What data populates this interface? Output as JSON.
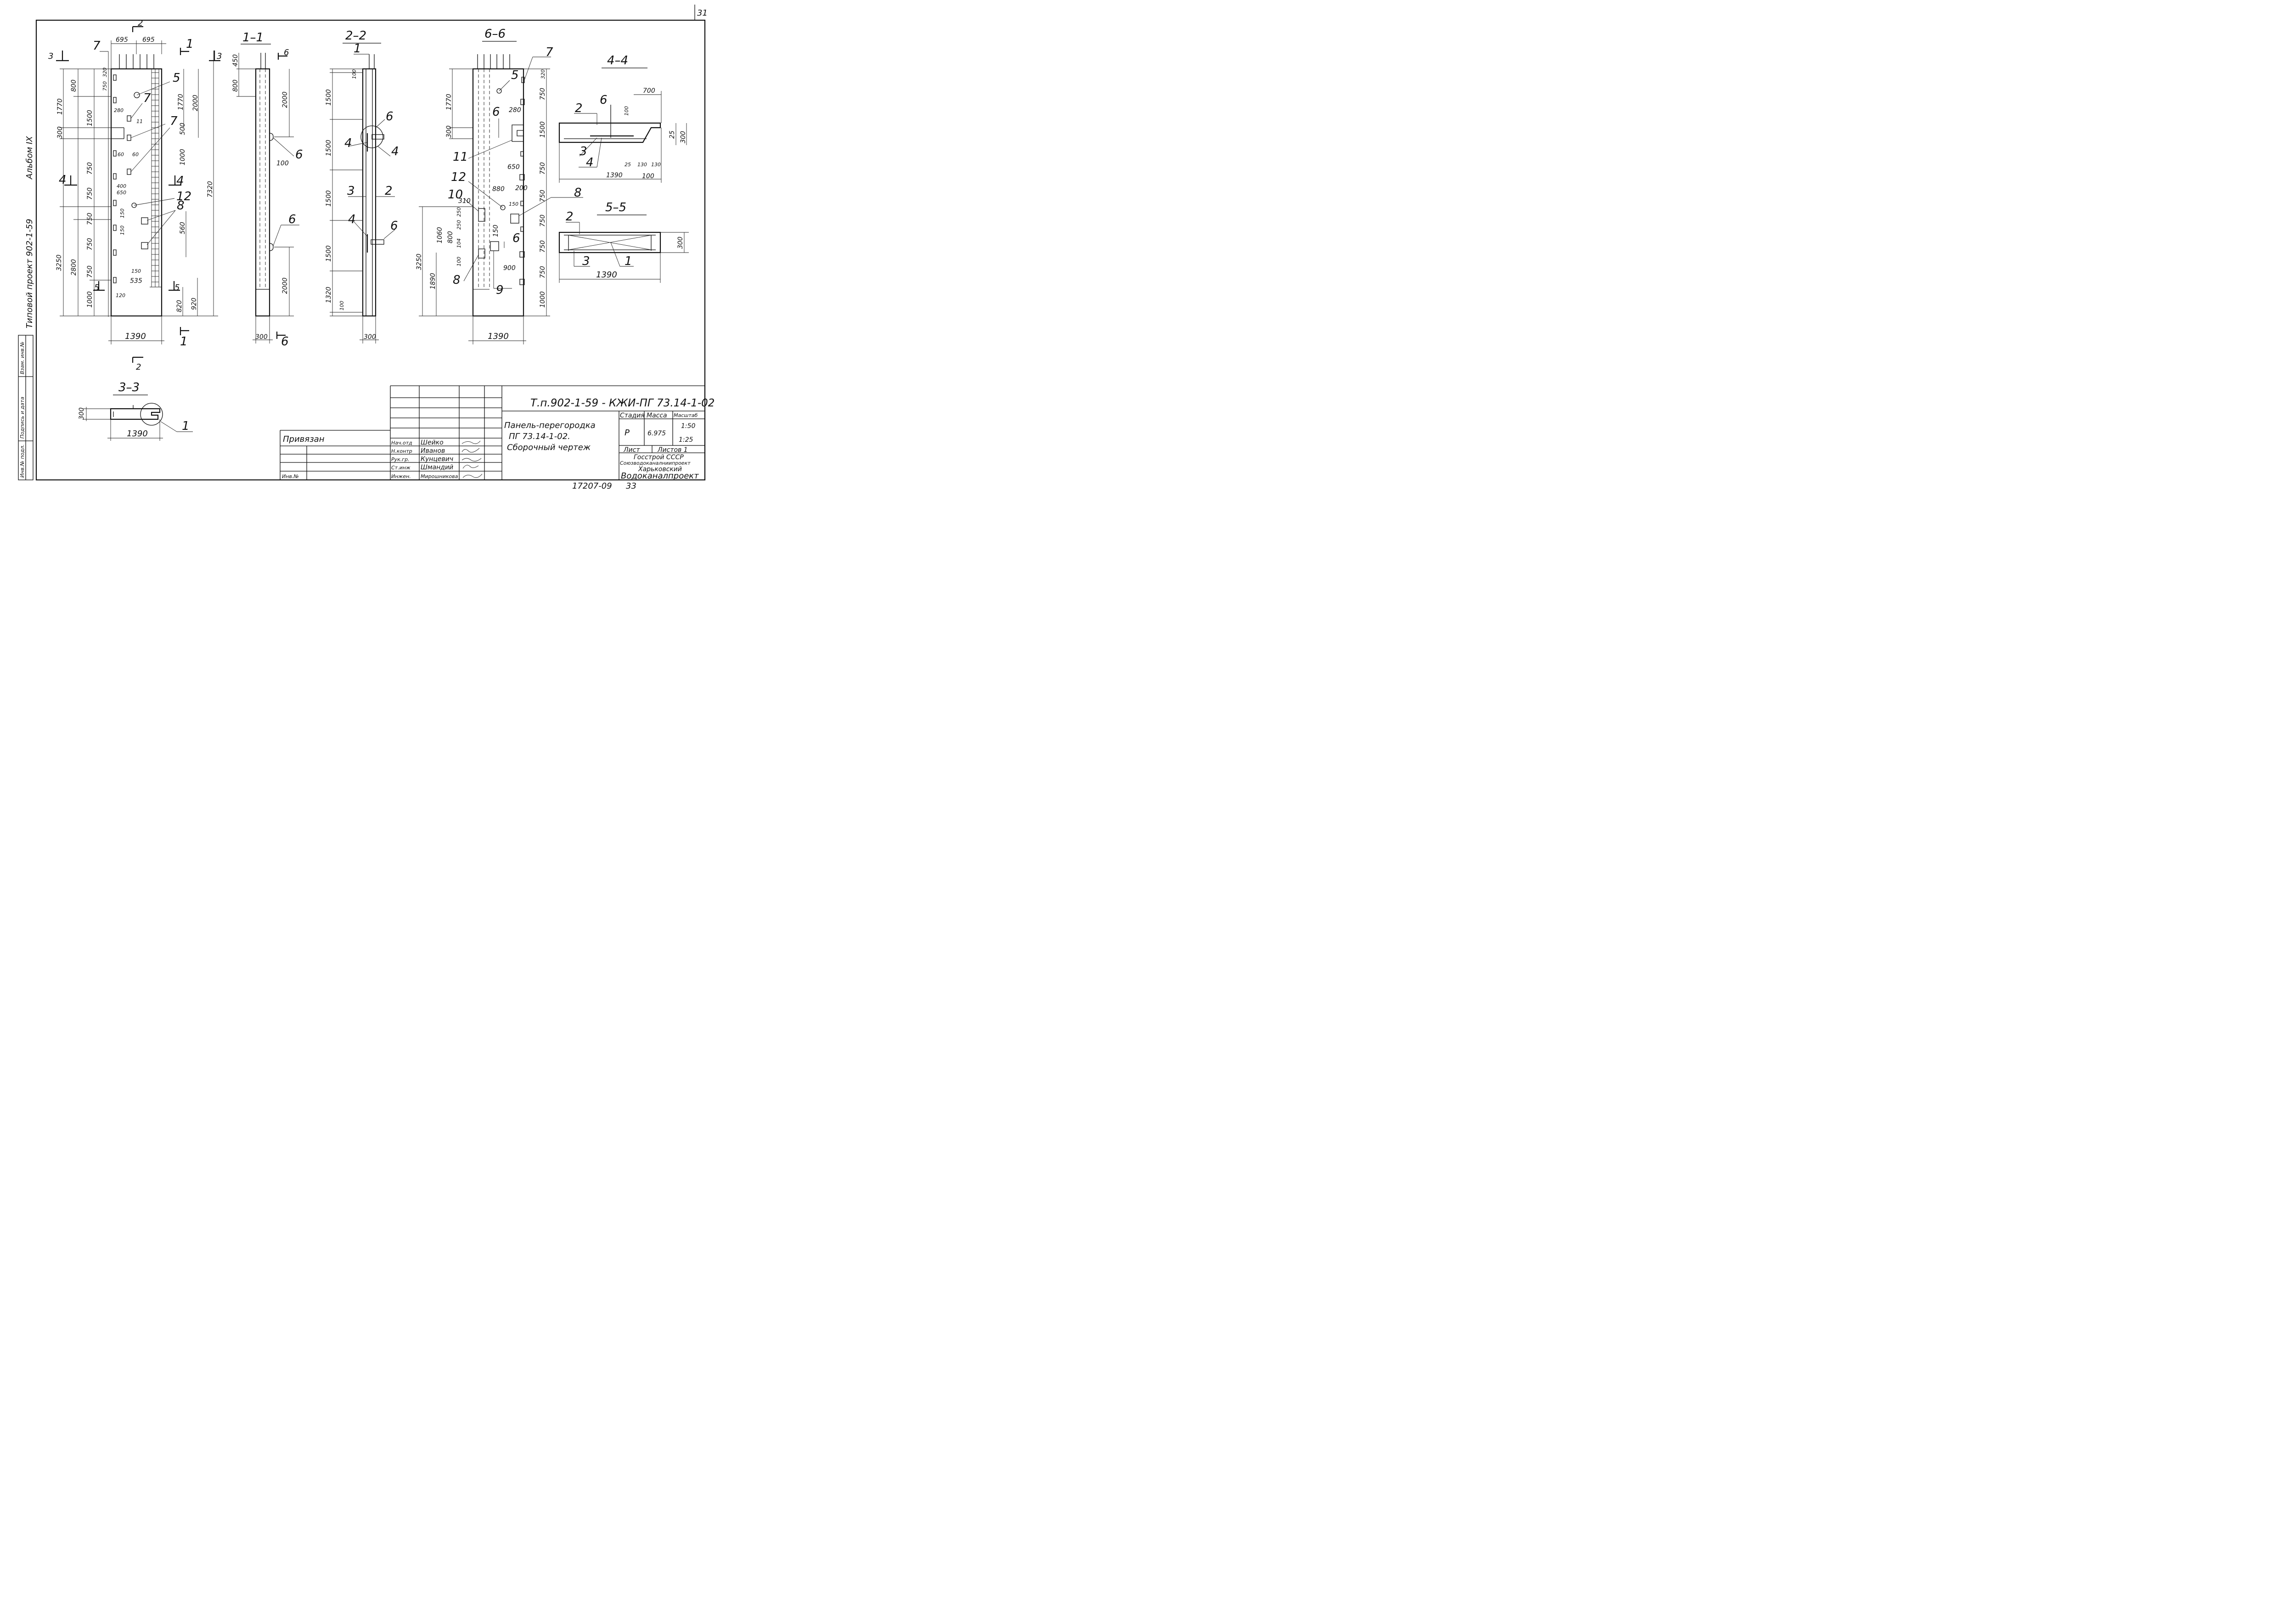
{
  "corner": {
    "sheet_mark": "31"
  },
  "margin": {
    "album_title": "Типовой проект 902-1-59",
    "album_label": "Альбом IX",
    "strip": [
      "Инв.№ подл.",
      "Подпись и дата",
      "Взам. инв.№"
    ]
  },
  "views": {
    "front": {
      "dims_top": [
        "695",
        "695"
      ],
      "cut_marks": [
        "2",
        "2",
        "1",
        "1",
        "3",
        "3",
        "4",
        "4",
        "5",
        "5"
      ],
      "left_dims": [
        "800",
        "1770",
        "300",
        "1500",
        "750",
        "750",
        "750",
        "750",
        "3250",
        "2800",
        "750",
        "1000"
      ],
      "small_dims": [
        "320",
        "750",
        "280",
        "60",
        "60",
        "400",
        "650",
        "150",
        "150",
        "150",
        "535",
        "120"
      ],
      "right_dims": [
        "1770",
        "2000",
        "500",
        "1000",
        "7320",
        "560",
        "820",
        "920"
      ],
      "width": "1390",
      "callouts": [
        "7",
        "5",
        "7",
        "7",
        "11",
        "12",
        "8"
      ]
    },
    "s11": {
      "title": "1–1",
      "dims": [
        "450",
        "800",
        "2000",
        "100",
        "2000",
        "300"
      ],
      "callouts": [
        "6",
        "6",
        "6",
        "6"
      ]
    },
    "s22": {
      "title": "2–2",
      "dims": [
        "100",
        "1500",
        "1500",
        "1500",
        "1500",
        "1320",
        "100",
        "300"
      ],
      "callouts": [
        "1",
        "6",
        "4",
        "4",
        "3",
        "2",
        "4",
        "6"
      ]
    },
    "s66": {
      "title": "6–6",
      "dims": [
        "1770",
        "300",
        "320",
        "750",
        "1500",
        "750",
        "750",
        "750",
        "750",
        "750",
        "1000",
        "3250",
        "1890",
        "1060",
        "800",
        "250",
        "250",
        "104",
        "100",
        "650",
        "880",
        "310",
        "200",
        "150",
        "150",
        "900",
        "280"
      ],
      "width": "1390",
      "callouts": [
        "5",
        "7",
        "6",
        "11",
        "12",
        "10",
        "8",
        "6",
        "8",
        "9"
      ]
    },
    "s44": {
      "title": "4–4",
      "dims": [
        "700",
        "100",
        "25",
        "300",
        "25",
        "130",
        "130",
        "100",
        "1390"
      ],
      "callouts": [
        "2",
        "6",
        "3",
        "4"
      ]
    },
    "s55": {
      "title": "5–5",
      "dims": [
        "300",
        "1390"
      ],
      "callouts": [
        "2",
        "3",
        "1"
      ]
    },
    "s33": {
      "title": "3–3",
      "dims": [
        "300",
        "1390"
      ],
      "callouts": [
        "1"
      ]
    }
  },
  "title_block": {
    "doc_code": "Т.п.902-1-59 - КЖИ-ПГ 73.14-1-02СБ",
    "name": [
      "Панель-перегородка",
      "ПГ 73.14-1-02.",
      "Сборочный чертеж"
    ],
    "stage_label": "Стадия",
    "stage": "Р",
    "mass_label": "Масса",
    "mass": "6.975",
    "scale_label": "Масштаб",
    "scales": [
      "1:50",
      "1:25"
    ],
    "sheet_label": "Лист",
    "sheets_label": "Листов 1",
    "org": [
      "Госстрой СССР",
      "Союзводоканалниипроект",
      "Харьковский",
      "Водоканалпроект"
    ],
    "bound": "Привязан",
    "inv": "Инв.№",
    "staff": [
      {
        "role": "Нач.отд",
        "name": "Шейко"
      },
      {
        "role": "Н.контр",
        "name": "Иванов"
      },
      {
        "role": "Рук.гр.",
        "name": "Кунцевич"
      },
      {
        "role": "Ст.инж",
        "name": "Шмандий"
      },
      {
        "role": "Инжен.",
        "name": "Мирошникова"
      }
    ]
  },
  "footer": {
    "inv_number": "17207-09",
    "page": "33"
  }
}
